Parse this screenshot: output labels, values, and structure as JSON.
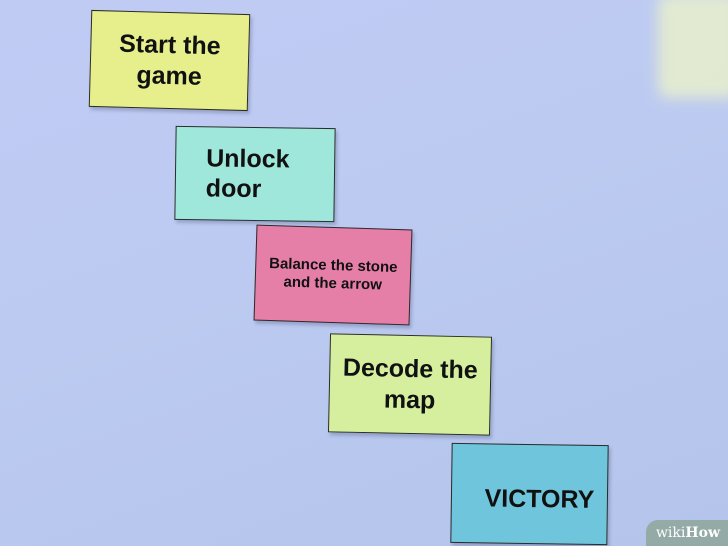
{
  "steps": [
    {
      "text": "Start the game",
      "color": "#e6ef8c"
    },
    {
      "text": "Unlock door",
      "color": "#9fe7da"
    },
    {
      "text": "Balance the stone and the arrow",
      "color": "#e67fa8"
    },
    {
      "text": "Decode the map",
      "color": "#d6ef9e"
    },
    {
      "text": "VICTORY",
      "color": "#6fc6dc"
    }
  ],
  "watermark": {
    "prefix": "wiki",
    "suffix": "How"
  }
}
